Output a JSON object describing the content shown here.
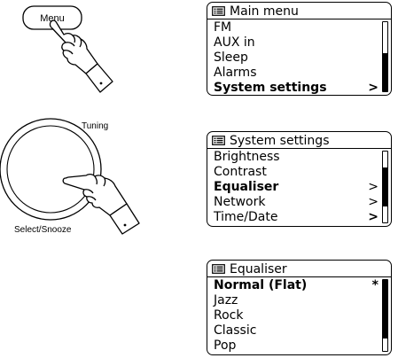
{
  "illustration": {
    "menu_button_label": "Menu",
    "tuning_label": "Tuning",
    "select_label": "Select/Snooze"
  },
  "screens": [
    {
      "title": "Main menu",
      "items": [
        {
          "label": "FM",
          "chevron": "",
          "selected": false
        },
        {
          "label": "AUX in",
          "chevron": "",
          "selected": false
        },
        {
          "label": "Sleep",
          "chevron": "",
          "selected": false
        },
        {
          "label": "Alarms",
          "chevron": "",
          "selected": false
        },
        {
          "label": "System settings",
          "chevron": ">",
          "selected": true
        }
      ],
      "scroll": {
        "thumb_start": 0.45,
        "thumb_end": 1.0
      }
    },
    {
      "title": "System settings",
      "items": [
        {
          "label": "Brightness",
          "chevron": "",
          "selected": false
        },
        {
          "label": "Contrast",
          "chevron": "",
          "selected": false
        },
        {
          "label": "Equaliser",
          "chevron": ">",
          "selected": true
        },
        {
          "label": "Network",
          "chevron": ">",
          "selected": false
        },
        {
          "label": "Time/Date",
          "chevron": ">",
          "selected": false
        }
      ],
      "scroll": {
        "thumb_start": 0.22,
        "thumb_end": 0.78
      }
    },
    {
      "title": "Equaliser",
      "items": [
        {
          "label": "Normal (Flat)",
          "chevron": "*",
          "selected": true
        },
        {
          "label": "Jazz",
          "chevron": "",
          "selected": false
        },
        {
          "label": "Rock",
          "chevron": "",
          "selected": false
        },
        {
          "label": "Classic",
          "chevron": "",
          "selected": false
        },
        {
          "label": "Pop",
          "chevron": "",
          "selected": false
        }
      ],
      "scroll": {
        "thumb_start": 0.0,
        "thumb_end": 0.83
      }
    }
  ]
}
